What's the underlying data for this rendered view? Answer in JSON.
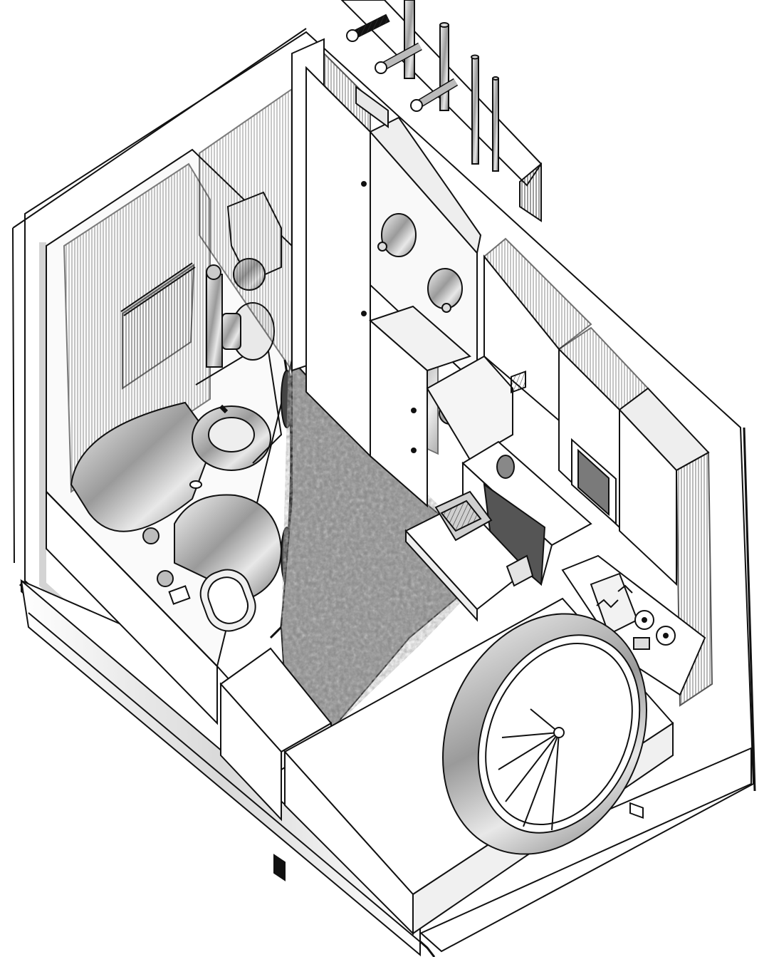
{
  "illustration": {
    "style": "isometric-cutaway-line-drawing",
    "colors": {
      "background": "#ffffff",
      "ink": "#111111",
      "carpet": "#5a5a5a",
      "metal_light": "#e6e6e6",
      "metal_mid": "#b8b8b8",
      "metal_dark": "#6e6e6e",
      "accent_dot": "#999999"
    },
    "components": [
      "bathroom-unit",
      "bathtub",
      "toilet",
      "wash-basin",
      "mirror-cabinet",
      "storage-wall",
      "wall-lamps",
      "desk-unit",
      "typewriter",
      "telephone",
      "control-panel",
      "tv-screen",
      "sleeping-platform",
      "round-window",
      "carpet-floor",
      "service-pipes",
      "stool-block"
    ]
  }
}
